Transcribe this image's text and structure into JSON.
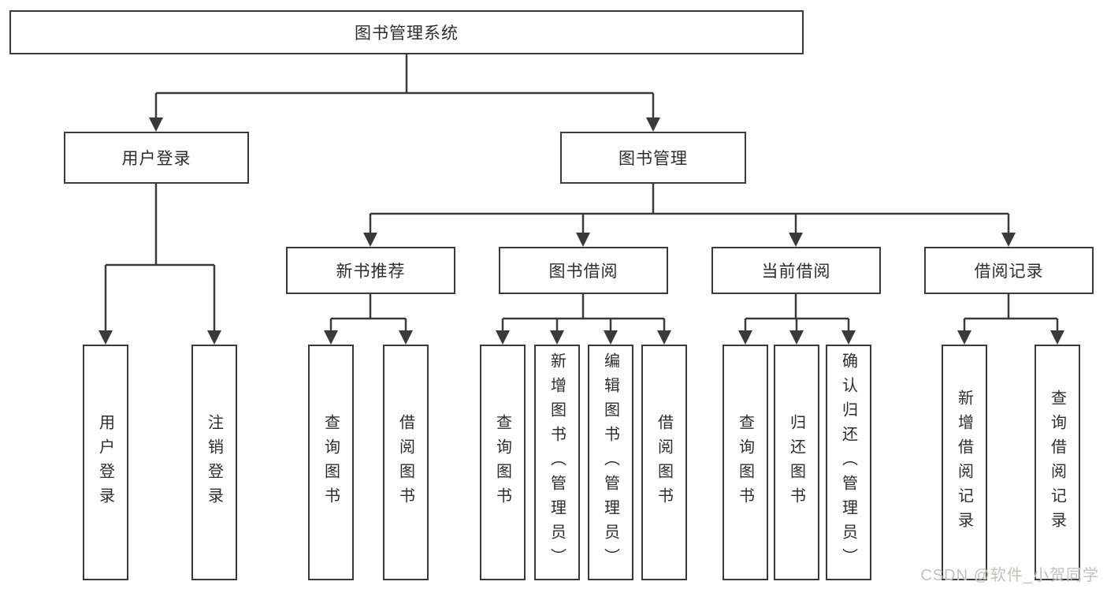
{
  "nodes": {
    "root": "图书管理系统",
    "user_login": "用户登录",
    "book_mgmt": "图书管理",
    "new_book_rec": "新书推荐",
    "book_borrow": "图书借阅",
    "current_borrow": "当前借阅",
    "borrow_records": "借阅记录",
    "ul_user_login": "用户登录",
    "ul_logout": "注销登录",
    "nbr_query_books": "查询图书",
    "nbr_borrow_books": "借阅图书",
    "bb_query_books": "查询图书",
    "bb_add_books": "新增图书（管理员）",
    "bb_edit_books": "编辑图书（管理员）",
    "bb_borrow_books": "借阅图书",
    "cb_query_books": "查询图书",
    "cb_return_books": "归还图书",
    "cb_confirm_return": "确认归还（管理员）",
    "br_add_record": "新增借阅记录",
    "br_query_record": "查询借阅记录"
  },
  "hierarchy": {
    "label": "图书管理系统",
    "children": [
      {
        "label": "用户登录",
        "children": [
          {
            "label": "用户登录"
          },
          {
            "label": "注销登录"
          }
        ]
      },
      {
        "label": "图书管理",
        "children": [
          {
            "label": "新书推荐",
            "children": [
              {
                "label": "查询图书"
              },
              {
                "label": "借阅图书"
              }
            ]
          },
          {
            "label": "图书借阅",
            "children": [
              {
                "label": "查询图书"
              },
              {
                "label": "新增图书（管理员）"
              },
              {
                "label": "编辑图书（管理员）"
              },
              {
                "label": "借阅图书"
              }
            ]
          },
          {
            "label": "当前借阅",
            "children": [
              {
                "label": "查询图书"
              },
              {
                "label": "归还图书"
              },
              {
                "label": "确认归还（管理员）"
              }
            ]
          },
          {
            "label": "借阅记录",
            "children": [
              {
                "label": "新增借阅记录"
              },
              {
                "label": "查询借阅记录"
              }
            ]
          }
        ]
      }
    ]
  },
  "watermark": "CSDN @软件_小贺同学",
  "colors": {
    "line": "#3a3a3a",
    "box_border": "#3a3a3a",
    "text": "#2d2d2d",
    "watermark": "#c6c0c0",
    "background": "#ffffff"
  }
}
